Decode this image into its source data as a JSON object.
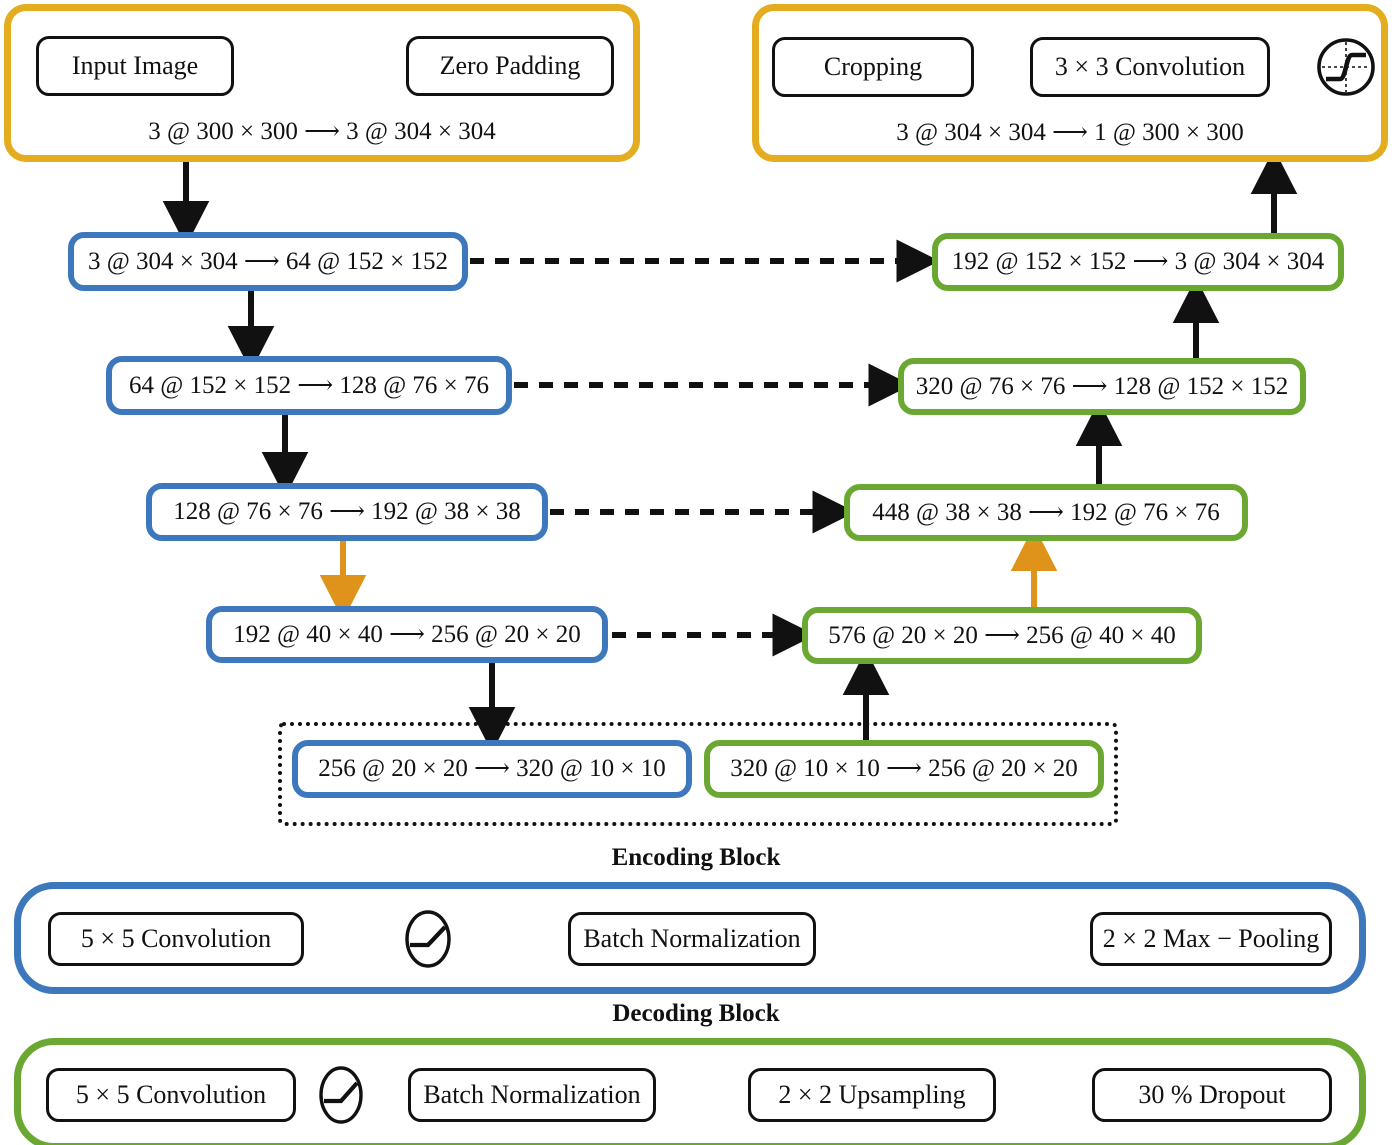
{
  "diagram": {
    "title": "U-Net style encoder-decoder segmentation network",
    "colors": {
      "yellow": "#e3ad1f",
      "blue": "#3d78bd",
      "green": "#6aa832",
      "orange": "#e0931a",
      "black": "#111111",
      "white": "#ffffff"
    }
  },
  "input_group": {
    "nodes": [
      {
        "label": "Input Image"
      },
      {
        "label": "Zero Padding"
      }
    ],
    "caption": "3 @ 300 × 300 ⟶ 3 @ 304 × 304"
  },
  "output_group": {
    "nodes": [
      {
        "label": "Cropping"
      },
      {
        "label": "3 × 3 Convolution"
      }
    ],
    "activation": "sigmoid-icon",
    "caption": "3 @ 304 × 304 ⟶ 1 @ 300 × 300"
  },
  "encoder": {
    "blocks": [
      {
        "label": "3 @ 304 × 304 ⟶ 64 @ 152 × 152"
      },
      {
        "label": "64 @ 152 × 152 ⟶ 128 @ 76 × 76"
      },
      {
        "label": "128 @ 76 × 76 ⟶ 192 @ 38 × 38"
      },
      {
        "label": "192 @ 40 × 40 ⟶ 256 @ 20 × 20"
      },
      {
        "label": "256 @ 20 × 20 ⟶ 320 @ 10 × 10"
      }
    ]
  },
  "decoder": {
    "blocks": [
      {
        "label": "192 @ 152 × 152 ⟶ 3 @ 304 × 304"
      },
      {
        "label": "320 @ 76 × 76 ⟶ 128 @ 152 × 152"
      },
      {
        "label": "448 @ 38 × 38 ⟶ 192 @ 76 × 76"
      },
      {
        "label": "576 @ 20 × 20 ⟶ 256 @ 40 × 40"
      },
      {
        "label": "320 @ 10 × 10 ⟶ 256 @ 20 × 20"
      }
    ]
  },
  "legend": {
    "encoding": {
      "title": "Encoding Block",
      "nodes": [
        {
          "label": "5 × 5 Convolution"
        },
        {
          "label": "Batch Normalization"
        },
        {
          "label": "2 × 2 Max − Pooling"
        }
      ],
      "activation": "relu-icon"
    },
    "decoding": {
      "title": "Decoding Block",
      "nodes": [
        {
          "label": "5 × 5 Convolution"
        },
        {
          "label": "Batch Normalization"
        },
        {
          "label": "2 × 2 Upsampling"
        },
        {
          "label": "30 % Dropout"
        }
      ],
      "activation": "relu-icon"
    }
  }
}
